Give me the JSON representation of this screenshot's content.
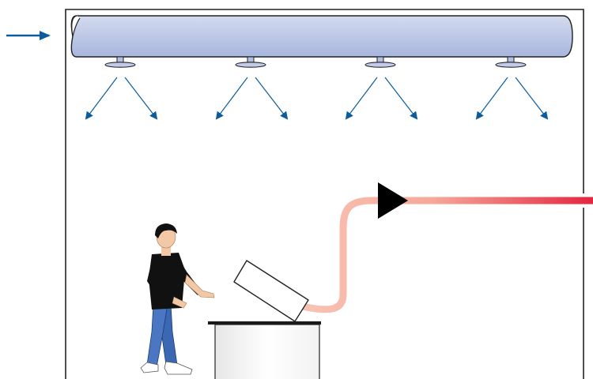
{
  "diagram": {
    "figure_type": "schematic illustration, no text labels",
    "elements": [
      "inlet-arrow-icon",
      "supply-air-duct",
      "ceiling-diffuser",
      "supply-airflow-arrow-icon",
      "exhaust-hood",
      "exhaust-duct",
      "exhaust-direction-arrow-icon",
      "workbench",
      "person"
    ],
    "diffuser_count": 4,
    "colors": {
      "room_outline": "#222222",
      "supply_duct_top": "#d4dbee",
      "supply_duct_bottom": "#a7b6de",
      "supply_arrow": "#0a5c9c",
      "exhaust_duct_start": "#f8c4b4",
      "exhaust_duct_end": "#e3263f",
      "direction_arrow": "#000000",
      "person_shirt": "#111111",
      "person_pants": "#3c67b3"
    }
  }
}
